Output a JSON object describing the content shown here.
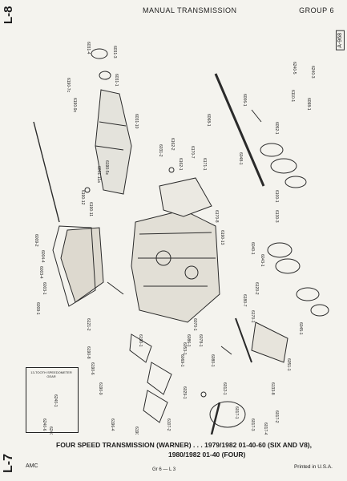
{
  "header": {
    "section_top": "L-8",
    "title": "MANUAL TRANSMISSION",
    "group": "GROUP 6",
    "figure_id": "A-968"
  },
  "diagram": {
    "part_labels": [
      "6031-4",
      "6031-3",
      "6190-7c",
      "6031-1",
      "6190-9c",
      "6031-11a",
      "6031-10",
      "6162-2",
      "6162-1",
      "6170-7",
      "6171-1",
      "6190-12",
      "6190-11",
      "6031-2",
      "6006-1",
      "6068-1",
      "6052-1",
      "6190-5c",
      "6048-1",
      "6240-3",
      "6240-5",
      "6100-1",
      "6130-3",
      "6170-8",
      "6190-13",
      "6040-1",
      "6043-1",
      "6120-2",
      "6009-2",
      "6004-4",
      "6003-4",
      "6003-1",
      "6009-1",
      "6121-2",
      "6190-8",
      "6190-6",
      "6190-9",
      "6196-4",
      "6190-4",
      "6070-1",
      "6078-1",
      "6080-1",
      "6180-7",
      "6170-1",
      "6045-1",
      "6051-1",
      "6133-8",
      "6012-1",
      "6017-1",
      "6017-3",
      "6017-4",
      "6017-2",
      "6190-1",
      "6029-1",
      "6107-2",
      "6069-1",
      "6053-1",
      "6086-1",
      "6098-1",
      "6110-1",
      "6240-6"
    ],
    "inset_title": "13-TOOTH SPEEDOMETER GEAR",
    "inset_labels": [
      "6240-1",
      "6240-5"
    ]
  },
  "caption": {
    "line1": "FOUR SPEED TRANSMISSION (WARNER) . . . 1979/1982  01-40-60 (SIX AND V8),",
    "line2": "1980/1982  01-40 (FOUR)"
  },
  "footer": {
    "left": "AMC",
    "middle": "Gr 6 — L 3",
    "right": "Printed in U.S.A.",
    "section_bottom": "L-7"
  }
}
